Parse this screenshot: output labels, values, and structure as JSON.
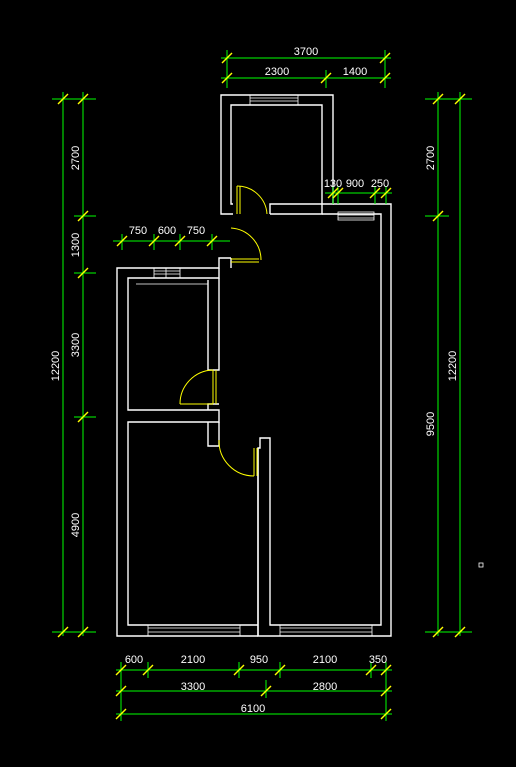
{
  "colors": {
    "background": "#000000",
    "walls": "#ffffff",
    "dimension_lines": "#00ff00",
    "doors_ticks": "#ffff00"
  },
  "dimensions": {
    "top_total": "3700",
    "top_left": "2300",
    "top_right": "1400",
    "mid_a": "130",
    "mid_b": "900",
    "mid_c": "250",
    "small_a": "750",
    "small_b": "600",
    "small_c": "750",
    "left_1": "2700",
    "left_2": "1300",
    "left_3": "3300",
    "left_4": "4900",
    "left_total": "12200",
    "right_1": "2700",
    "right_2": "9500",
    "right_total": "12200",
    "bottom_1": "600",
    "bottom_2": "2100",
    "bottom_3": "950",
    "bottom_4": "2100",
    "bottom_5": "350",
    "bottom_mid_a": "3300",
    "bottom_mid_b": "2800",
    "bottom_total": "6100"
  }
}
